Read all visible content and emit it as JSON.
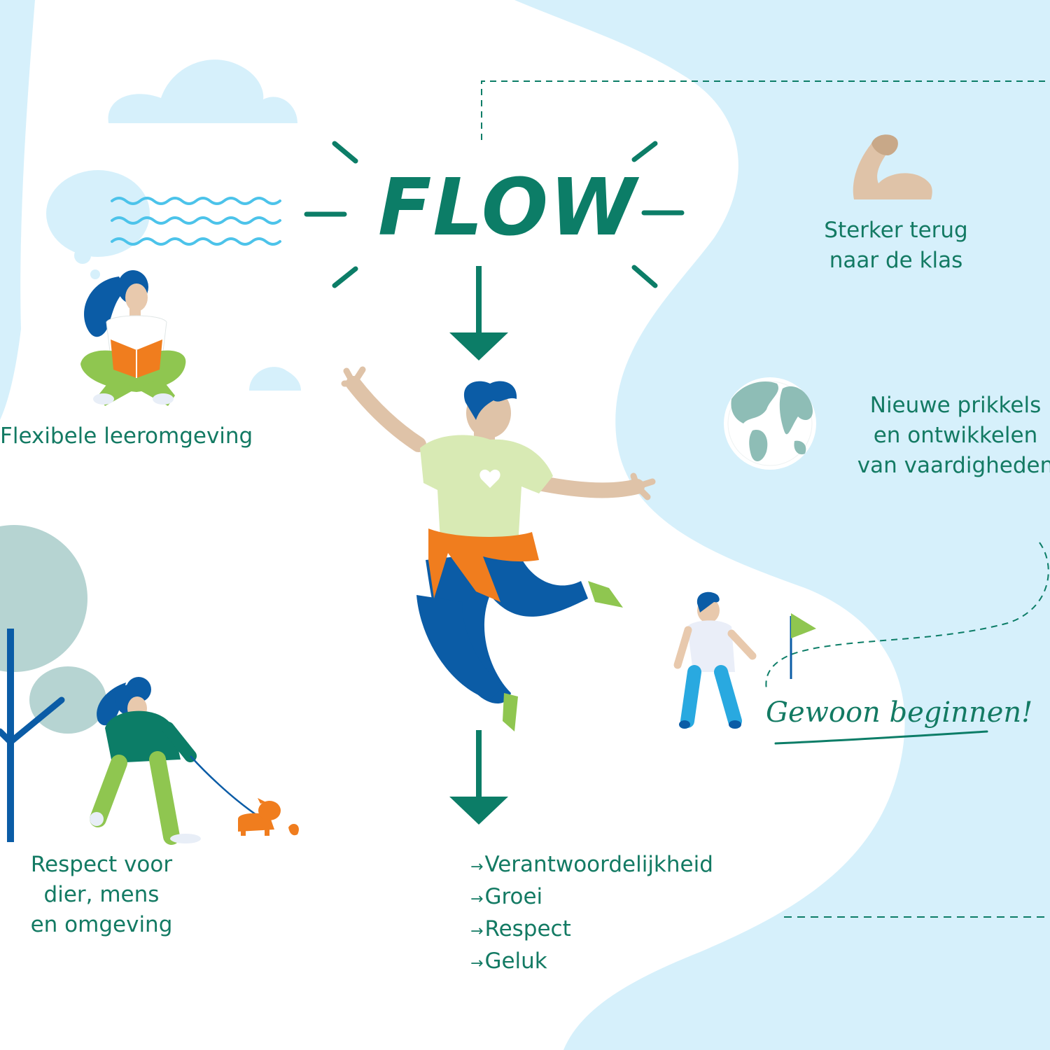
{
  "title": "FLOW",
  "labels": {
    "flexible": "Flexibele leeromgeving",
    "respect_line1": "Respect voor",
    "respect_line2": "dier, mens",
    "respect_line3": "en omgeving",
    "stronger_line1": "Sterker terug",
    "stronger_line2": "naar de klas",
    "stimuli_line1": "Nieuwe prikkels",
    "stimuli_line2": "en ontwikkelen",
    "stimuli_line3": "van vaardigheden",
    "just_start": "Gewoon beginnen!"
  },
  "results": [
    {
      "arrow": "→",
      "text": "Verantwoordelijkheid"
    },
    {
      "arrow": "→",
      "text": "Groei"
    },
    {
      "arrow": "→",
      "text": "Respect"
    },
    {
      "arrow": "→",
      "text": "Geluk"
    }
  ],
  "colors": {
    "brand_green": "#0c7d67",
    "light_blue": "#d6f0fb",
    "wave_blue": "#4cc3ea",
    "orange": "#f07d1e",
    "dark_blue": "#0b5ca6",
    "lime": "#8fc650"
  },
  "icons": [
    "cloud-icon",
    "wave-icon",
    "flexed-arm-icon",
    "globe-icon",
    "tree-icon",
    "flag-icon",
    "dog-icon"
  ]
}
